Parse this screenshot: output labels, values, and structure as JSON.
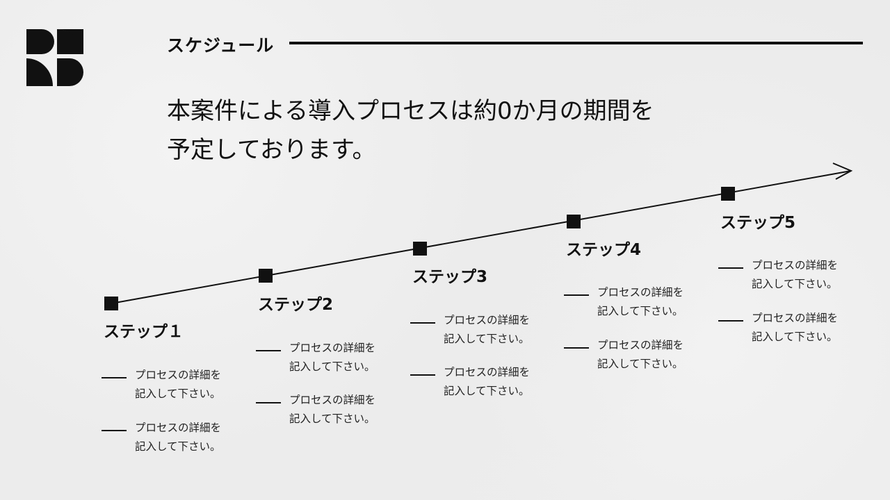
{
  "header": {
    "section_title": "スケジュール",
    "headline_line1": "本案件による導入プロセスは約0か月の期間を",
    "headline_line2": "予定しております。"
  },
  "steps": [
    {
      "label": "ステップ１",
      "details": [
        "プロセスの詳細を\n記入して下さい。",
        "プロセスの詳細を\n記入して下さい。"
      ]
    },
    {
      "label": "ステップ2",
      "details": [
        "プロセスの詳細を\n記入して下さい。",
        "プロセスの詳細を\n記入して下さい。"
      ]
    },
    {
      "label": "ステップ3",
      "details": [
        "プロセスの詳細を\n記入して下さい。",
        "プロセスの詳細を\n記入して下さい。"
      ]
    },
    {
      "label": "ステップ4",
      "details": [
        "プロセスの詳細を\n記入して下さい。",
        "プロセスの詳細を\n記入して下さい。"
      ]
    },
    {
      "label": "ステップ5",
      "details": [
        "プロセスの詳細を\n記入して下さい。",
        "プロセスの詳細を\n記入して下さい。"
      ]
    }
  ],
  "colors": {
    "ink": "#111111",
    "background": "#ececec"
  }
}
